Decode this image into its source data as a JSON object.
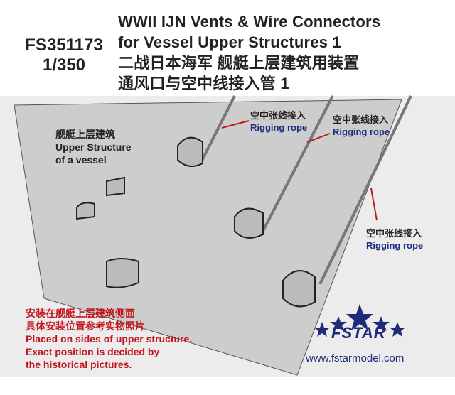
{
  "product": {
    "code": "FS351173",
    "scale": "1/350",
    "title_lines": [
      "WWII IJN Vents & Wire Connectors",
      "for Vessel Upper Structures 1",
      "二战日本海军 舰艇上层建筑用装置",
      "通风口与空中线接入管 1"
    ]
  },
  "diagram": {
    "structure_label_cn": "舰艇上层建筑",
    "structure_label_en_1": "Upper Structure",
    "structure_label_en_2": "of a vessel",
    "callouts": [
      {
        "cn": "空中张线接入",
        "en": "Rigging rope"
      },
      {
        "cn": "空中张线接入",
        "en": "Rigging rope"
      },
      {
        "cn": "空中张线接入",
        "en": "Rigging rope"
      }
    ]
  },
  "notes": [
    "安装在舰艇上层建筑侧面",
    "具体安装位置参考实物照片",
    "Placed on sides of upper structure.",
    "Exact position is decided by",
    "the historical pictures."
  ],
  "brand": {
    "name": "FSTAR",
    "url": "www.fstarmodel.com",
    "color": "#1f2a7a"
  },
  "colors": {
    "callout_red": "#c0161c",
    "note_red": "#c0161c"
  }
}
